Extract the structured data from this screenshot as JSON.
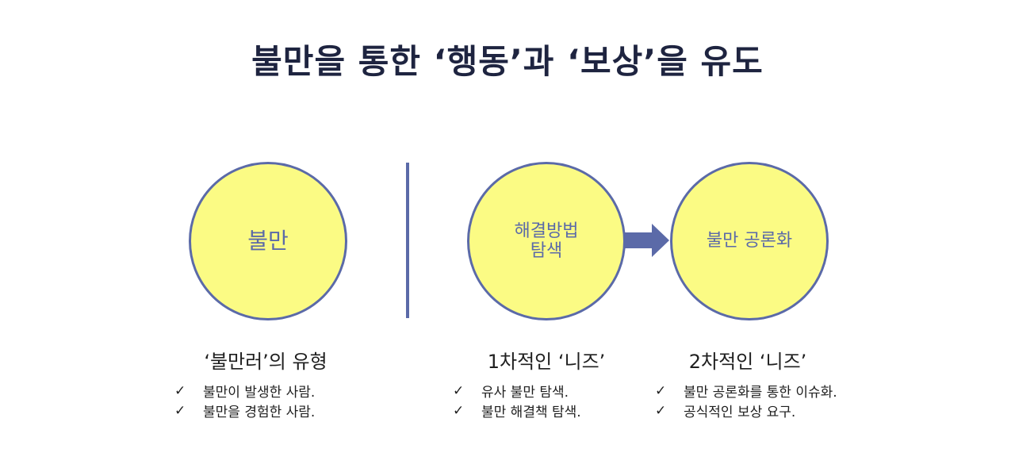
{
  "title": "불만을 통한 ‘행동’과 ‘보상’을 유도",
  "circles": [
    {
      "label": "불만"
    },
    {
      "label": "해결방법\n탐색"
    },
    {
      "label": "불만 공론화"
    }
  ],
  "columns": [
    {
      "heading": "‘불만러’의 유형",
      "items": [
        "불만이 발생한 사람.",
        "불만을 경험한 사람."
      ]
    },
    {
      "heading": "1차적인 ‘니즈’",
      "items": [
        "유사 불만 탐색.",
        "불만 해결책 탐색."
      ]
    },
    {
      "heading": "2차적인 ‘니즈’",
      "items": [
        "불만 공론화를 통한 이슈화.",
        "공식적인 보상 요구."
      ]
    }
  ],
  "icons": {
    "check": "✓",
    "arrow": "right-arrow-icon"
  },
  "colors": {
    "circle_fill": "#fbfb84",
    "accent": "#5b6aa8",
    "title": "#1e2440"
  }
}
